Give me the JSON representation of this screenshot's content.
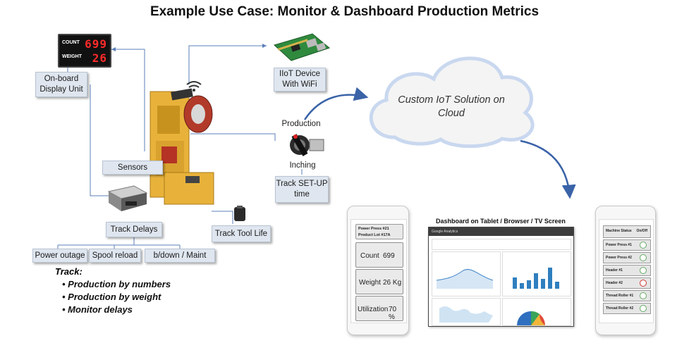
{
  "title": "Example Use Case: Monitor & Dashboard Production Metrics",
  "display": {
    "count_label": "COUNT",
    "count_value": "699",
    "weight_label": "WEIGHT",
    "weight_value": "26"
  },
  "labels": {
    "onboard": "On-board Display Unit",
    "iiot": "IIoT Device With WiFi",
    "cloud": "Custom IoT Solution on Cloud",
    "production": "Production",
    "inching": "Inching",
    "setup": "Track SET-UP time",
    "sensors": "Sensors",
    "track_delays": "Track Delays",
    "tool_life": "Track Tool Life",
    "power": "Power outage",
    "spool": "Spool reload",
    "bdown": "b/down / Maint",
    "dashboard": "Dashboard on Tablet / Browser /  TV Screen"
  },
  "track": {
    "heading": "Track:",
    "items": [
      "Production  by numbers",
      "Production  by weight",
      "Monitor  delays"
    ]
  },
  "left_phone": {
    "header1": "Power Press #21",
    "header2": "Product Lot #17A",
    "metrics": [
      {
        "label": "Count",
        "value": "699"
      },
      {
        "label": "Weight",
        "value": "26 Kg"
      },
      {
        "label": "Utilization",
        "value": "70 %"
      }
    ]
  },
  "right_phone": {
    "col1": "Machine Status",
    "col2": "On/Off",
    "machines": [
      {
        "name": "Power Press #1",
        "on": true
      },
      {
        "name": "Power Press #2",
        "on": true
      },
      {
        "name": "Header #1",
        "on": true
      },
      {
        "name": "Header #2",
        "on": false
      },
      {
        "name": "Thread Roller #1",
        "on": true
      },
      {
        "name": "Thread Roller #2",
        "on": true
      }
    ]
  },
  "dashboard_screen": {
    "app_title": "Google Analytics"
  },
  "colors": {
    "connector": "#5b7fb8",
    "cloud_arrow": "#3a63a8",
    "led_digits": "#ff2a2a"
  }
}
